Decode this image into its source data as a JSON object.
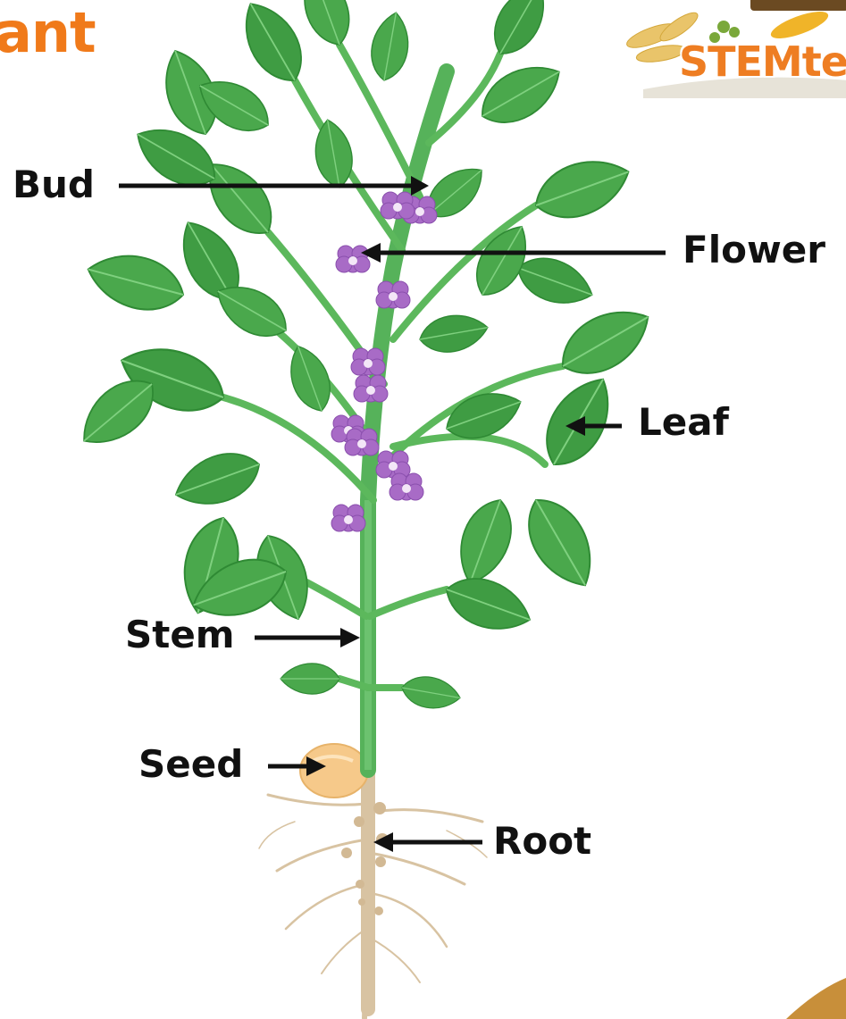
{
  "title": "ant",
  "logo": {
    "text": "STEMte"
  },
  "labels": {
    "bud": "Bud",
    "flower": "Flower",
    "leaf": "Leaf",
    "stem": "Stem",
    "seed": "Seed",
    "root": "Root"
  },
  "colors": {
    "title": "#f07a1a",
    "leaf": "#4aa84c",
    "leaf_dark": "#2f8a34",
    "stem": "#5cb85c",
    "flower": "#a86bc6",
    "seed": "#f6c98a",
    "root": "#d9c4a4"
  }
}
